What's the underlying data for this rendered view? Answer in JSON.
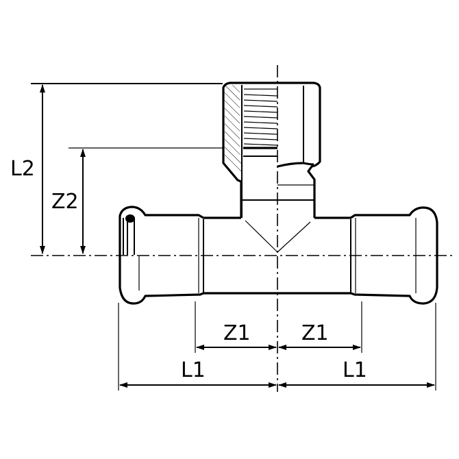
{
  "drawing": {
    "title": "Press tee with female threaded branch",
    "dimensions": {
      "l2": "L2",
      "z2": "Z2",
      "z1_left": "Z1",
      "z1_right": "Z1",
      "l1_left": "L1",
      "l1_right": "L1"
    }
  }
}
